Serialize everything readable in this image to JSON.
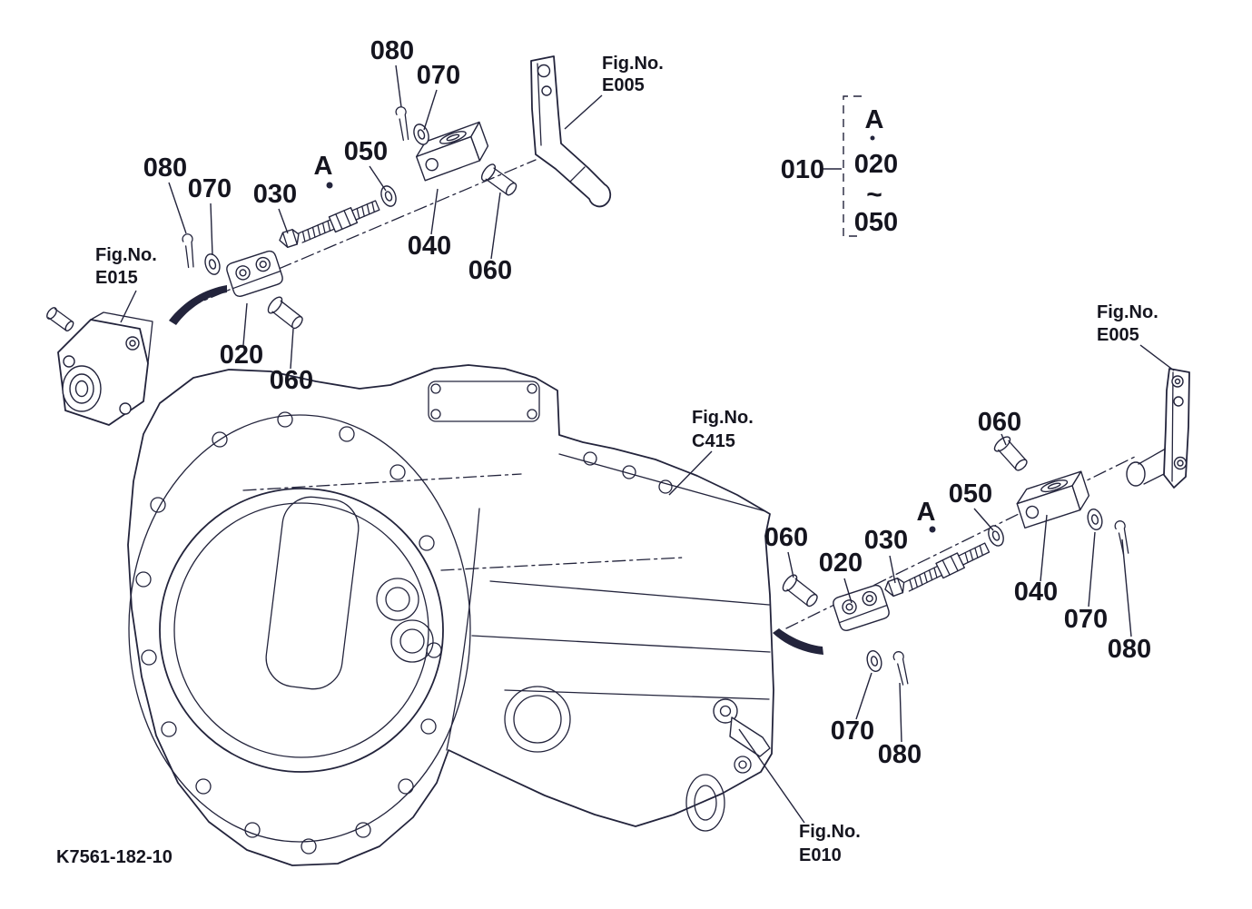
{
  "drawing_code": "K7561-182-10",
  "legend": {
    "group_id": "010",
    "point_ref": "A",
    "range_start": "020",
    "range_tilde": "~",
    "range_end": "050"
  },
  "fig_refs": {
    "prefix": "Fig.No.",
    "e005_top": "E005",
    "e015": "E015",
    "c415": "C415",
    "e005_right": "E005",
    "e010": "E010"
  },
  "callouts": {
    "left": {
      "cotter_top": "080",
      "washer_top": "070",
      "rod_washer": "050",
      "point": "A",
      "nut": "030",
      "washer_mid": "070",
      "cotter_mid": "080",
      "clevis": "040",
      "pin_outer": "060",
      "joint": "020",
      "pin_joint": "060"
    },
    "right": {
      "pin_lever": "060",
      "rod_washer": "050",
      "point": "A",
      "nut": "030",
      "joint": "020",
      "pin_joint": "060",
      "clevis": "040",
      "washer_outer": "070",
      "cotter_outer": "080",
      "washer_joint": "070",
      "cotter_joint": "080"
    }
  }
}
